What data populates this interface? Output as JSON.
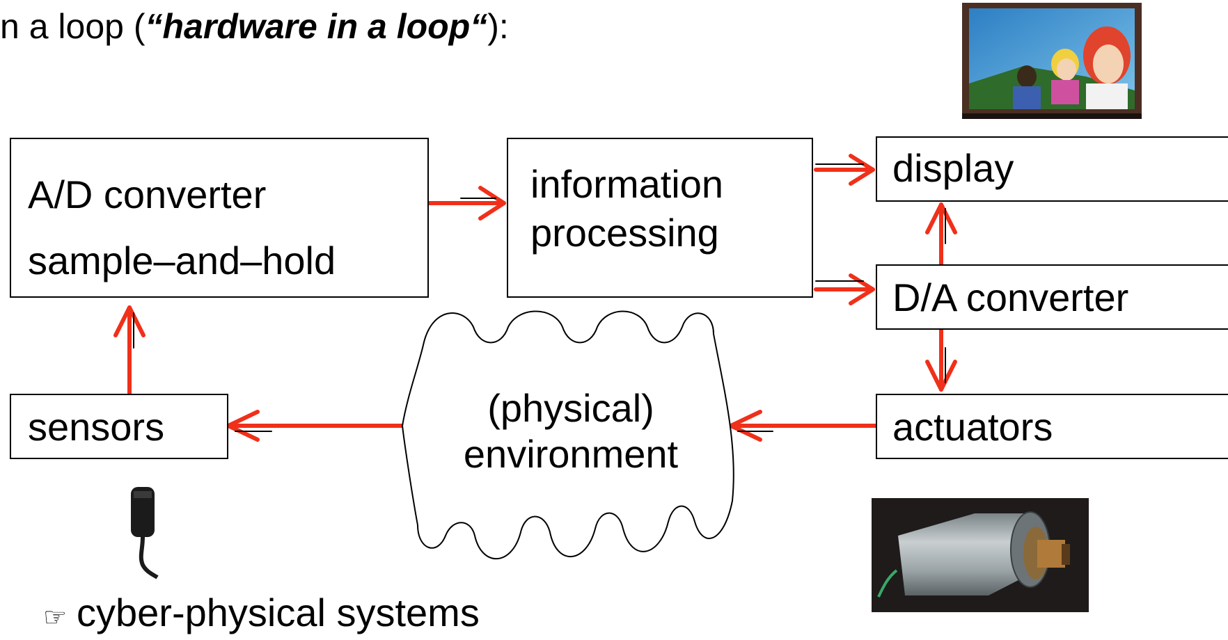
{
  "heading": {
    "prefix": "n a loop (",
    "emphasis": "“hardware in a loop“",
    "suffix": "):"
  },
  "blocks": {
    "ad_converter": {
      "line1": "A/D converter",
      "line2": "sample–and–hold"
    },
    "information_processing": {
      "line1": "information",
      "line2": "processing"
    },
    "display": {
      "label": "display"
    },
    "da_converter": {
      "label": "D/A converter"
    },
    "sensors": {
      "label": "sensors"
    },
    "actuators": {
      "label": "actuators"
    },
    "environment": {
      "line1": "(physical)",
      "line2": "environment"
    }
  },
  "footer": {
    "bullet_icon": "pointing-hand-icon",
    "text": "cyber-physical systems"
  },
  "colors": {
    "arrow": "#f0301a",
    "box_border": "#000000"
  },
  "images": {
    "tv": "tv-screen-image",
    "microphone": "microphone-sensor-image",
    "motor": "electric-motor-image"
  }
}
